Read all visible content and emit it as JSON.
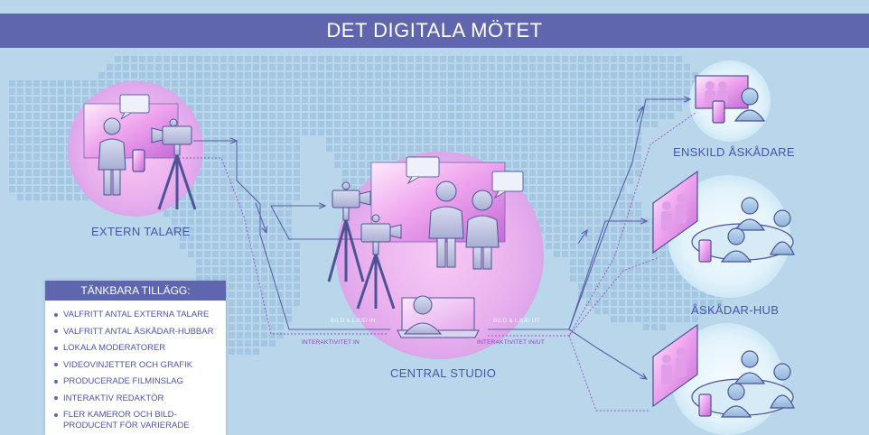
{
  "title": "DET DIGITALA MÖTET",
  "nodes": {
    "extern_talare": "EXTERN TALARE",
    "central_studio": "CENTRAL STUDIO",
    "enskild_askadare": "ENSKILD ÅSKÅDARE",
    "askadar_hub": "ÅSKÅDAR-HUB"
  },
  "flows": {
    "bild_ljud_in": "BILD & LJUD IN",
    "bild_ljud_ut": "BILD & LJUD UT",
    "interaktivitet_in": "INTERAKTIVITET IN",
    "interaktivitet_ut": "INTERAKTIVITET IN/UT"
  },
  "addons": {
    "heading": "TÄNKBARA TILLÄGG:",
    "items": [
      "VALFRITT ANTAL EXTERNA TALARE",
      "VALFRITT ANTAL ÅSKÅDAR-HUBBAR",
      "LOKALA MODERATORER",
      "VIDEOVINJETTER OCH GRAFIK",
      "PRODUCERADE FILMINSLAG",
      "INTERAKTIV REDAKTÖR",
      "FLER KAMEROR OCH BILD-PRODUCENT FÖR VARIERADE"
    ]
  },
  "colors": {
    "background": "#b9d6ea",
    "banner": "#5f66ae",
    "text": "#4a55a6",
    "flow_line": "#5a62a8",
    "interactive_line": "#9a50c0",
    "glow_pink": "#e9b6f0",
    "glow_blue": "#e6f4fb"
  }
}
